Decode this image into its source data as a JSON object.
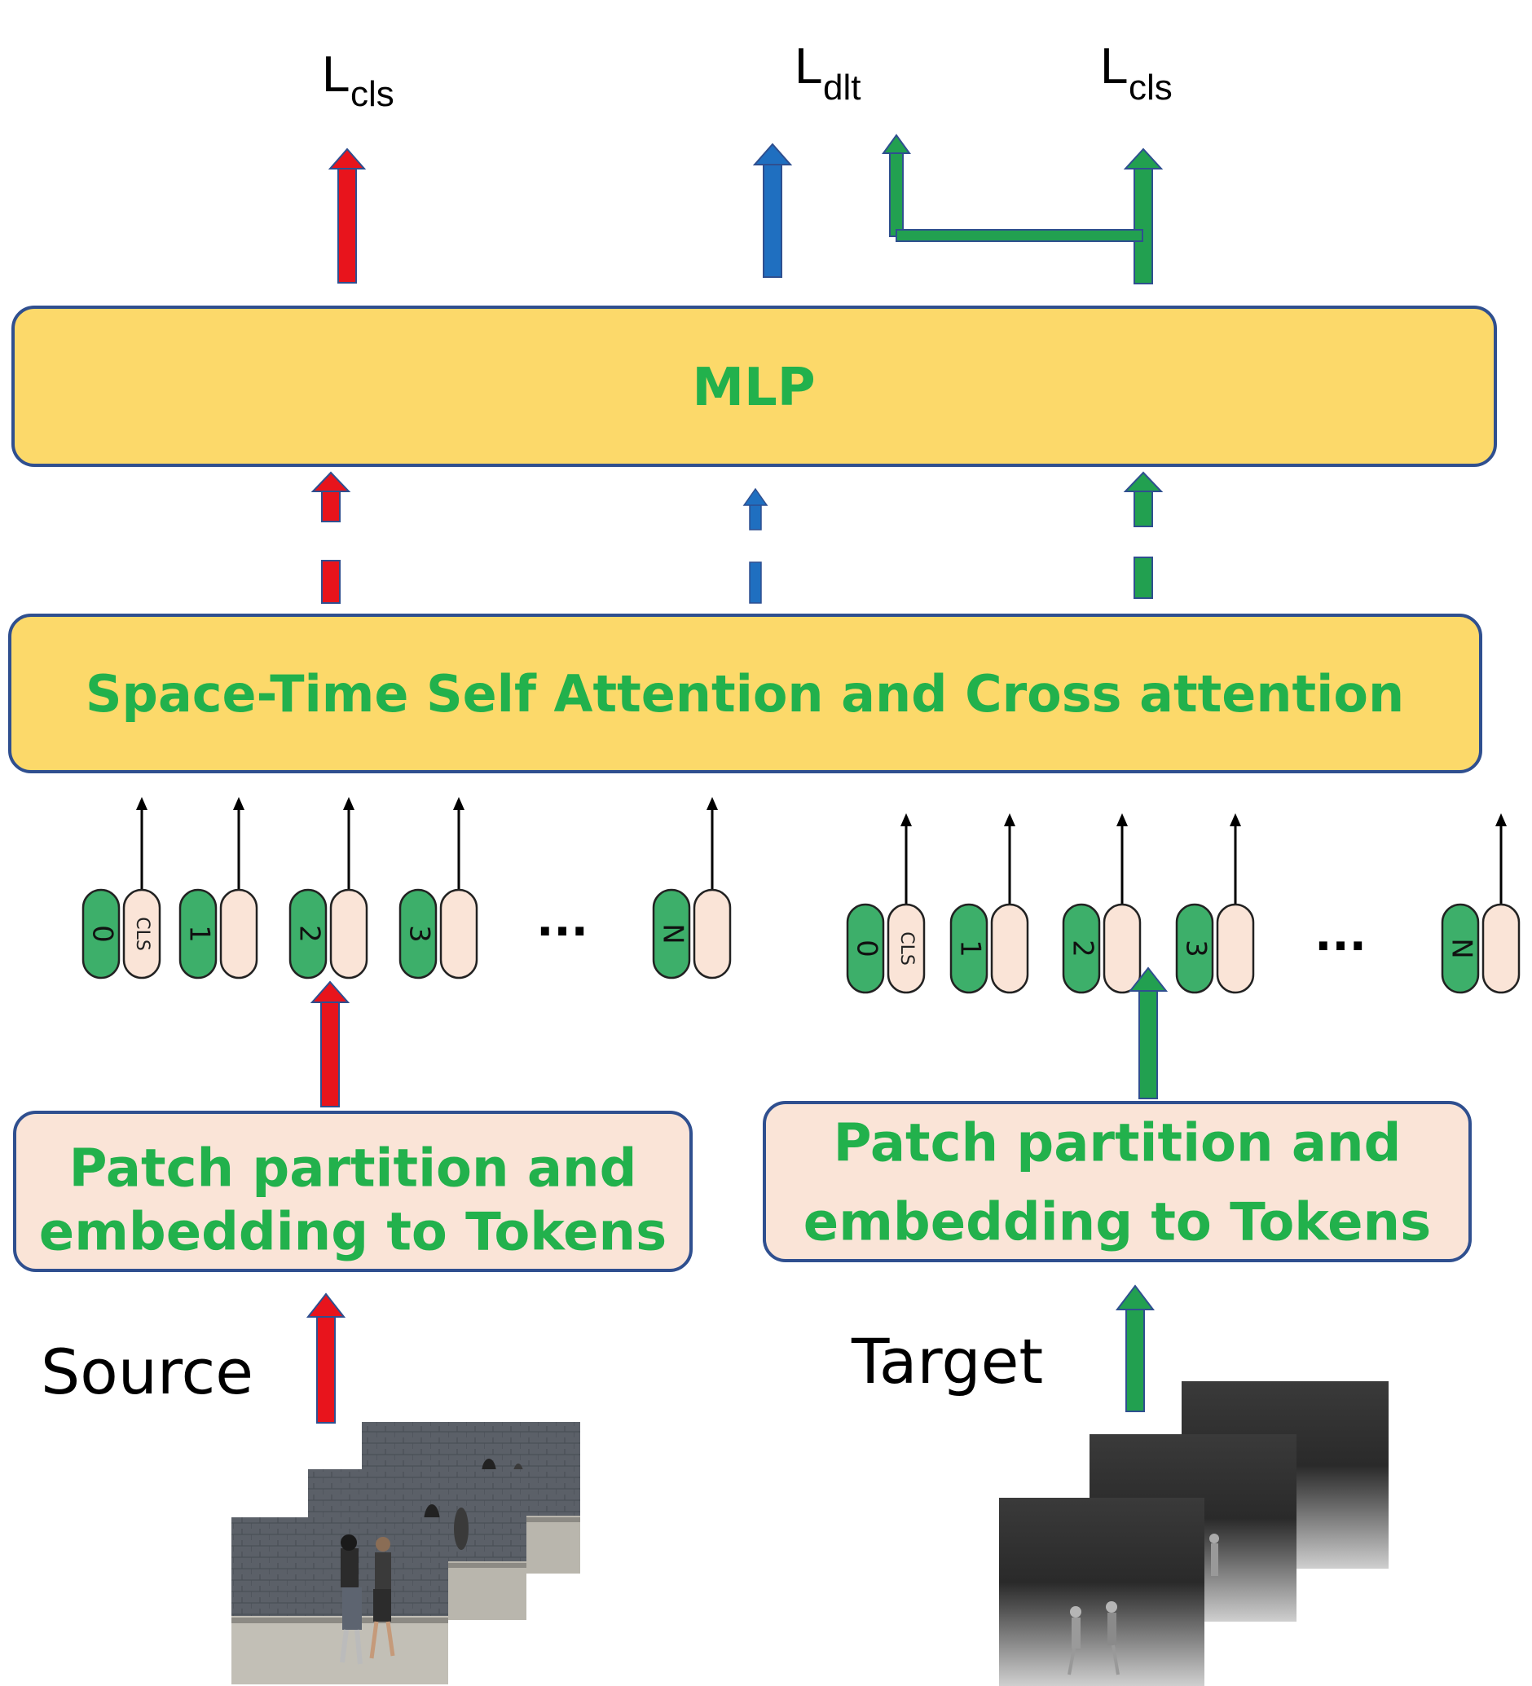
{
  "losses": {
    "left": {
      "main": "L",
      "sub": "cls"
    },
    "middle": {
      "main": "L",
      "sub": "dlt"
    },
    "right": {
      "main": "L",
      "sub": "cls"
    }
  },
  "blocks": {
    "mlp": "MLP",
    "attention": "Space-Time Self Attention and Cross attention",
    "patch_source": {
      "line1": "Patch partition and",
      "line2": "embedding to Tokens"
    },
    "patch_target": {
      "line1": "Patch partition and",
      "line2": "embedding to Tokens"
    }
  },
  "inputs": {
    "source": "Source",
    "target": "Target"
  },
  "tokens": {
    "source": [
      "0",
      "1",
      "2",
      "3",
      "N"
    ],
    "target": [
      "0",
      "1",
      "2",
      "3",
      "N"
    ],
    "cls": "CLS",
    "ellipsis": "..."
  },
  "colors": {
    "block_fill": "#FCD96A",
    "patch_fill": "#FAE4D7",
    "box_border": "#2F4F8F",
    "label_green": "#22B14C",
    "token_green": "#3DAF6A",
    "token_peach": "#FAE4D7",
    "source_arrow": "#E8141C",
    "middle_arrow": "#1F6FC0",
    "target_arrow": "#22A050",
    "arrow_outline": "#2F4F8F"
  }
}
